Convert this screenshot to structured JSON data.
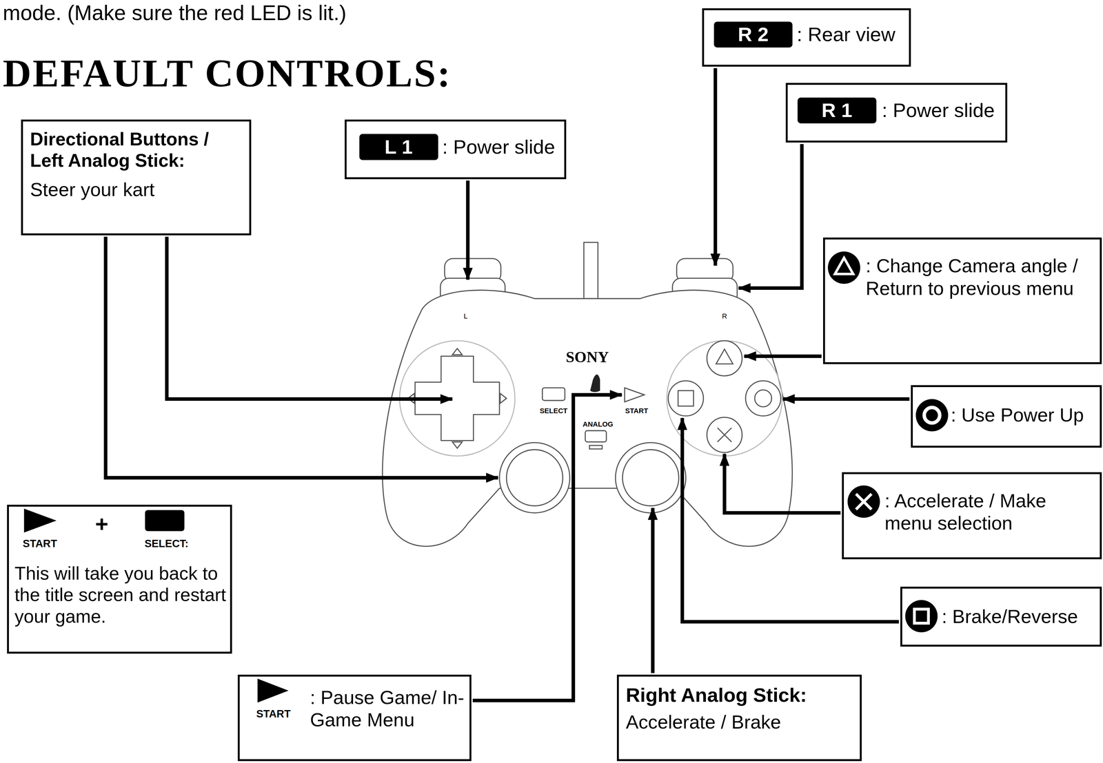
{
  "diagram": {
    "title": "DEFAULT CONTROLS:",
    "nodes": [
      {
        "text": [
          "Directional Buttons / Left Analog Stick:",
          "Steer your kart"
        ]
      },
      {
        "text": [
          "L 1",
          ": Power slide"
        ]
      },
      {
        "text": [
          "R 2",
          ": Rear view"
        ]
      },
      {
        "text": [
          "R 1",
          ": Power slide"
        ]
      },
      {
        "text": [
          ": Change Camera angle / Return to previous menu"
        ]
      },
      {
        "text": [
          ": Use Power Up"
        ]
      },
      {
        "text": [
          ": Accelerate / Make menu selection"
        ]
      },
      {
        "text": [
          ": Brake/Reverse"
        ]
      },
      {
        "text": [
          "Right Analog Stick:",
          "Accelerate / Brake"
        ]
      },
      {
        "text": [
          "START",
          ": Pause Game/ In-Game Menu"
        ]
      },
      {
        "text": [
          "START",
          "+",
          "SELECT:",
          "This will take you back to the title screen and restart your game."
        ]
      }
    ],
    "labels": [
      "mode. (Make sure the red LED is lit.)",
      "L",
      "R",
      "SONY",
      "SELECT",
      "START",
      "ANALOG"
    ]
  }
}
